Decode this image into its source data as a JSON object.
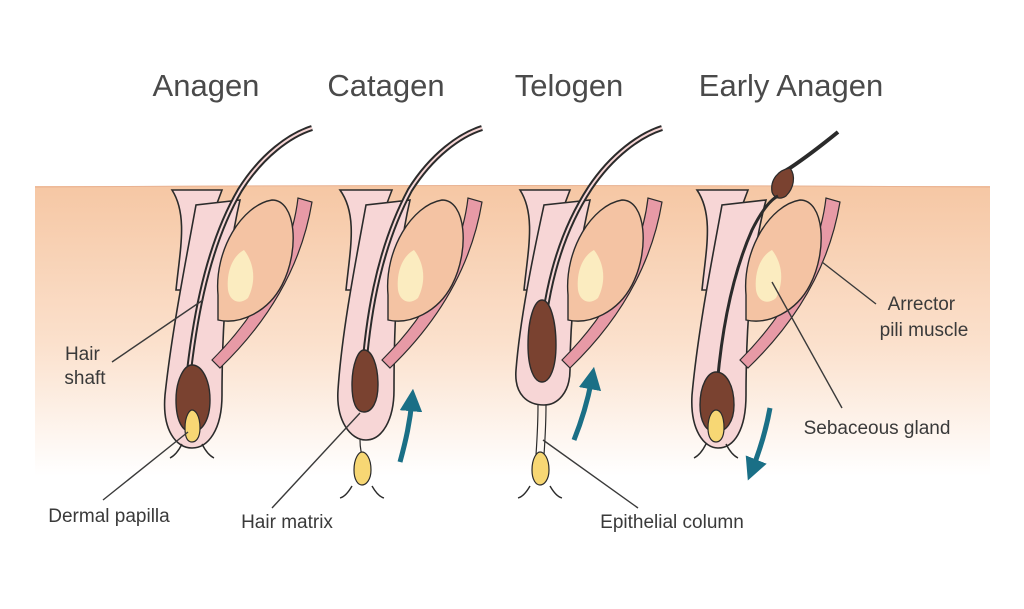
{
  "stages": [
    {
      "id": "anagen",
      "title": "Anagen"
    },
    {
      "id": "catagen",
      "title": "Catagen"
    },
    {
      "id": "telogen",
      "title": "Telogen"
    },
    {
      "id": "early-anagen",
      "title": "Early Anagen"
    }
  ],
  "labels": {
    "hair_shaft_line1": "Hair",
    "hair_shaft_line2": "shaft",
    "dermal_papilla": "Dermal papilla",
    "hair_matrix": "Hair matrix",
    "epithelial_column": "Epithelial column",
    "arrector_line1": "Arrector",
    "arrector_line2": "pili muscle",
    "sebaceous_gland": "Sebaceous gland"
  },
  "colors": {
    "skin_top": "#f6c7a4",
    "skin_bottom": "#ffffff",
    "sheath": "#f7d6d6",
    "muscle": "#e79aa6",
    "gland": "#f4c3a3",
    "gland_core": "#fbecc0",
    "hair_bulb": "#7a4230",
    "papilla": "#f7d774",
    "arrow": "#1a6f86",
    "outline": "#2b2b2b"
  },
  "arrows": [
    {
      "stage": "catagen",
      "direction": "up"
    },
    {
      "stage": "telogen",
      "direction": "up"
    },
    {
      "stage": "early-anagen",
      "direction": "down"
    }
  ]
}
